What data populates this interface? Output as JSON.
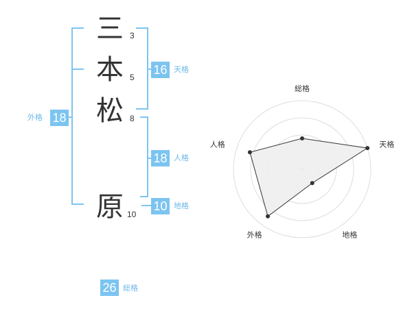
{
  "name": {
    "chars": [
      {
        "char": "三",
        "strokes": "3"
      },
      {
        "char": "本",
        "strokes": "5"
      },
      {
        "char": "松",
        "strokes": "8"
      },
      {
        "char": "原",
        "strokes": "10"
      }
    ]
  },
  "kakusu": {
    "tenkaku": {
      "value": "16",
      "label": "天格"
    },
    "jinkaku": {
      "value": "18",
      "label": "人格"
    },
    "chikaku": {
      "value": "10",
      "label": "地格"
    },
    "gaikaku": {
      "value": "18",
      "label": "外格"
    },
    "soukaku": {
      "value": "26",
      "label": "総格"
    }
  },
  "colors": {
    "accent": "#7cc4f0",
    "text": "#333333",
    "grid": "#dddddd",
    "fill": "#eeeeee"
  },
  "chart_data": {
    "type": "radar",
    "categories": [
      "総格",
      "天格",
      "地格",
      "外格",
      "人格"
    ],
    "values": [
      0.45,
      1.0,
      0.25,
      0.85,
      0.8
    ],
    "rmax": 1.0,
    "grid": true,
    "rings": 4
  }
}
